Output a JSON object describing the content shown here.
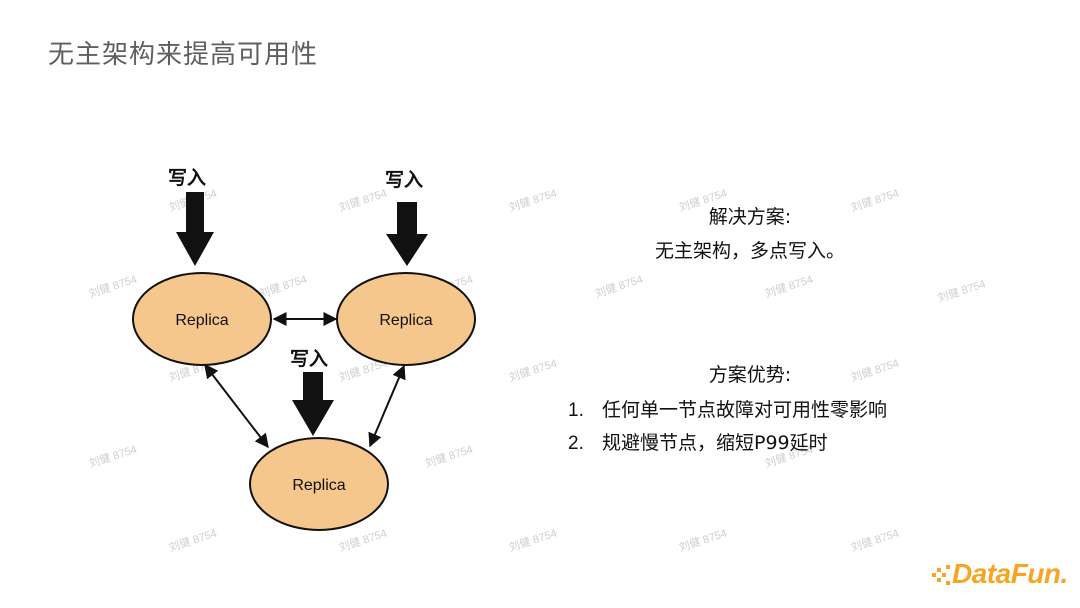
{
  "slide": {
    "title": "无主架构来提高可用性"
  },
  "diagram": {
    "nodes": [
      {
        "id": "r1",
        "label": "Replica"
      },
      {
        "id": "r2",
        "label": "Replica"
      },
      {
        "id": "r3",
        "label": "Replica"
      }
    ],
    "write_label": "写入",
    "fill_color": "#f6c78d",
    "stroke_color": "#111111"
  },
  "solution": {
    "heading": "解决方案:",
    "body": "无主架构，多点写入。"
  },
  "advantages": {
    "heading": "方案优势:",
    "items": [
      {
        "num": "1.",
        "text": "任何单一节点故障对可用性零影响"
      },
      {
        "num": "2.",
        "text": "规避慢节点，缩短P99延时"
      }
    ]
  },
  "watermark": {
    "text": "刘健 8754"
  },
  "logo": {
    "text": "DataFun.",
    "color": "#f5a623"
  }
}
